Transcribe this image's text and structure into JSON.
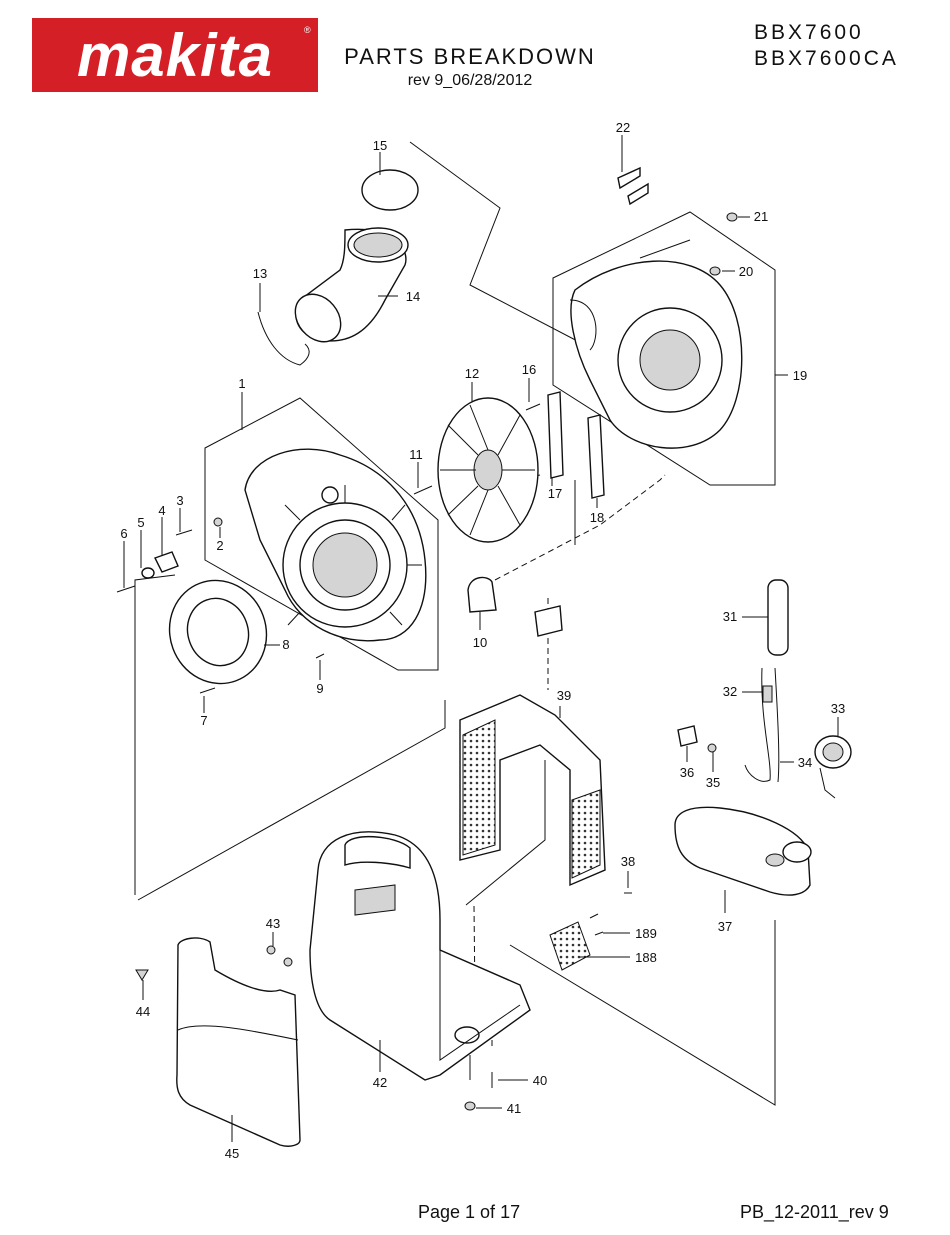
{
  "header": {
    "brand": "makita",
    "title": "PARTS BREAKDOWN",
    "revision": "rev 9_06/28/2012",
    "models": [
      "BBX7600",
      "BBX7600CA"
    ]
  },
  "footer": {
    "page": "Page 1 of 17",
    "doc_code": "PB_12-2011_rev 9"
  },
  "part_labels": {
    "p1": "1",
    "p2": "2",
    "p3": "3",
    "p4": "4",
    "p5": "5",
    "p6": "6",
    "p7": "7",
    "p8": "8",
    "p9": "9",
    "p10": "10",
    "p11": "11",
    "p12": "12",
    "p13": "13",
    "p14": "14",
    "p15": "15",
    "p16": "16",
    "p17": "17",
    "p18": "18",
    "p19": "19",
    "p20": "20",
    "p21": "21",
    "p22": "22",
    "p31": "31",
    "p32": "32",
    "p33": "33",
    "p34": "34",
    "p35": "35",
    "p36": "36",
    "p37": "37",
    "p38": "38",
    "p39": "39",
    "p40": "40",
    "p41": "41",
    "p42": "42",
    "p43": "43",
    "p44": "44",
    "p45": "45",
    "p188": "188",
    "p189": "189"
  },
  "colors": {
    "brand_red": "#d41f26",
    "line": "#111111"
  }
}
